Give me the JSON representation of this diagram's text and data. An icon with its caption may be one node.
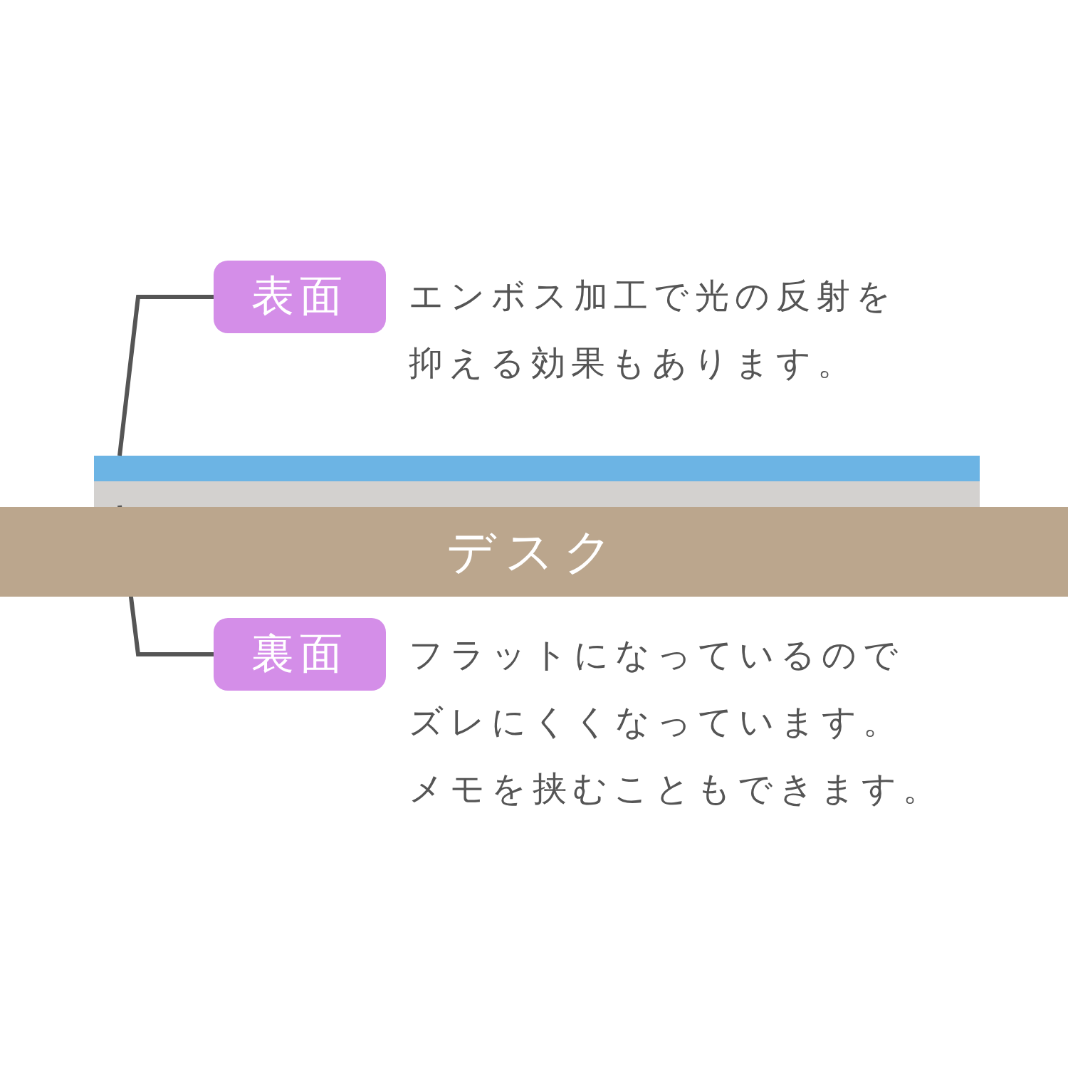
{
  "diagram": {
    "nodes": [
      {
        "text": [
          "表面"
        ],
        "beside": [
          "エンボス加工で光の反射を抑える効果もあります。"
        ]
      },
      {
        "text": [],
        "shape": "bar"
      },
      {
        "text": [],
        "shape": "bar"
      },
      {
        "text": [
          "デスク"
        ]
      },
      {
        "text": [
          "裏面"
        ],
        "beside": [
          "フラットになっているのでズレにくくなっています。メモを挟むこともできます。"
        ]
      }
    ],
    "edges": [
      {
        "from": 0,
        "to": 1,
        "arrow": "none"
      },
      {
        "from": 4,
        "to": 2,
        "arrow": "none"
      }
    ]
  }
}
